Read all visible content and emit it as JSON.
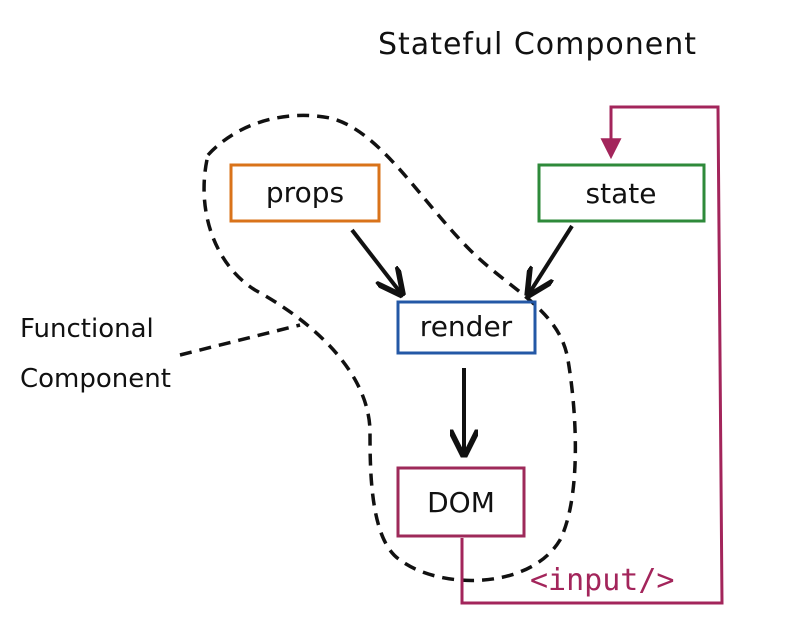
{
  "title": "Stateful Component",
  "functional_label": {
    "line1": "Functional",
    "line2": "Component"
  },
  "nodes": {
    "props": {
      "label": "props",
      "color": "#d9731a"
    },
    "state": {
      "label": "state",
      "color": "#2e8a3a"
    },
    "render": {
      "label": "render",
      "color": "#2458a6"
    },
    "dom": {
      "label": "DOM",
      "color": "#9e2a5a"
    }
  },
  "input_label": "<input/>",
  "colors": {
    "ink": "#111111",
    "feedback": "#a3255b"
  }
}
